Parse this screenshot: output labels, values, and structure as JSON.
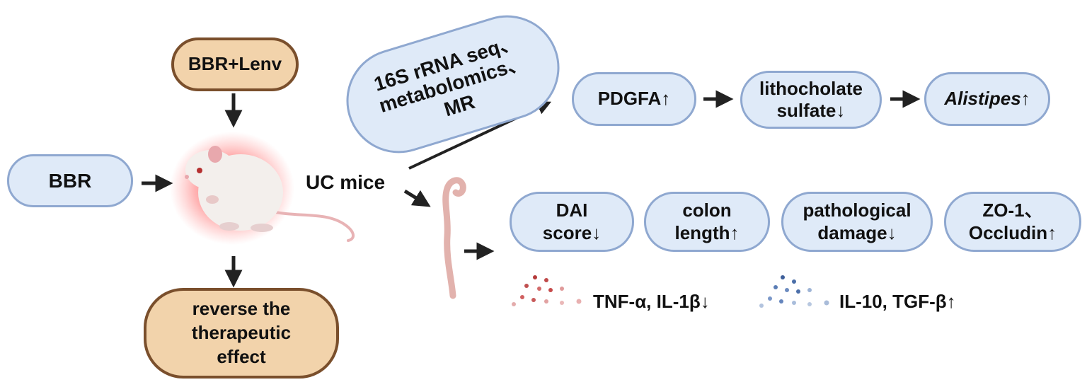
{
  "nodes": {
    "bbr_lenv": "BBR+Lenv",
    "bbr": "BBR",
    "reverse": "reverse the\ntherapeutic\neffect",
    "uc_mice": "UC mice",
    "methods": "16S rRNA seq、\nmetabolomics、\nMR",
    "pdgfa": "PDGFA↑",
    "lithocholate": "lithocholate\nsulfate↓",
    "alistipes": "Alistipes↑",
    "dai": "DAI\nscore↓",
    "colon": "colon\nlength↑",
    "pathological": "pathological\ndamage↓",
    "zo1": "ZO-1、\nOccludin↑",
    "cytokines_down": "TNF-α, IL-1β↓",
    "cytokines_up": "IL-10, TGF-β↑"
  },
  "icons": {
    "mouse": "mouse-icon",
    "colon": "colon-icon",
    "red_dots": "red-cytokine-dots-icon",
    "blue_dots": "blue-cytokine-dots-icon"
  },
  "colors": {
    "blue_fill": "#dfeaf8",
    "blue_border": "#8fa8d0",
    "tan_fill": "#f2d3ab",
    "tan_border": "#7a4f2c",
    "arrow": "#222222"
  }
}
